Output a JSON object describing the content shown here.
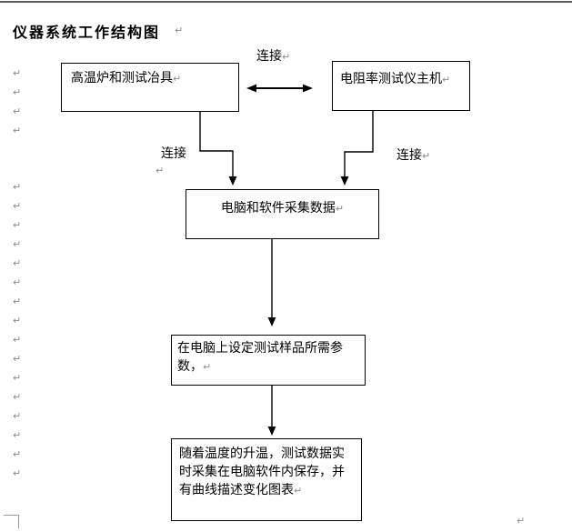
{
  "document": {
    "title": "仪器系统工作结构图",
    "formatting_marks": {
      "symbol": "↵",
      "left_column_count": 20
    }
  },
  "flowchart": {
    "boxes": {
      "furnace": {
        "label": "高温炉和测试冶具"
      },
      "tester": {
        "label": "电阻率测试仪主机"
      },
      "computer": {
        "label": "电脑和软件采集数据"
      },
      "params": {
        "label": "在电脑上设定测试样品所需参数，"
      },
      "curve": {
        "label": "随着温度的升温，测试数据实时采集在电脑软件内保存，并有曲线描述变化图表"
      }
    },
    "connector_labels": {
      "top": "连接",
      "left": "连接",
      "right": "连接"
    }
  },
  "colors": {
    "background": "#ffffff",
    "text": "#000000",
    "border": "#000000",
    "formatting_mark": "#8c8c8c",
    "top_rule": "#5a5a5a"
  }
}
